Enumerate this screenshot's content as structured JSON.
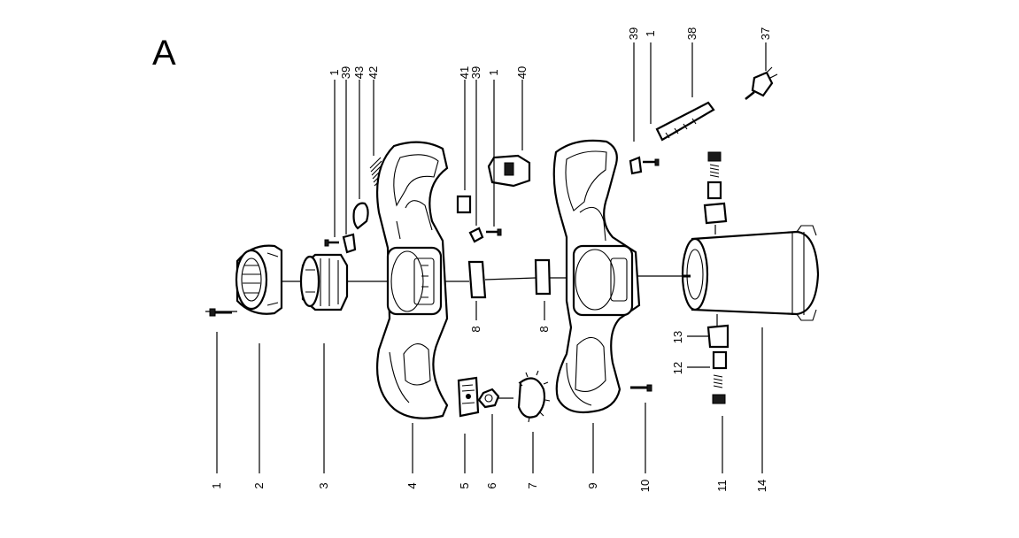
{
  "figure_letter": "A",
  "callouts": {
    "c1a": "1",
    "c2": "2",
    "c3": "3",
    "c4": "4",
    "c5": "5",
    "c6": "6",
    "c7": "7",
    "c8a": "8",
    "c8b": "8",
    "c9": "9",
    "c10": "10",
    "c11": "11",
    "c12": "12",
    "c13": "13",
    "c14": "14",
    "c1b": "1",
    "c39a": "39",
    "c43": "43",
    "c42": "42",
    "c41": "41",
    "c39b": "39",
    "c1c": "1",
    "c40": "40",
    "c39c": "39",
    "c1d": "1",
    "c38": "38",
    "c37": "37"
  }
}
